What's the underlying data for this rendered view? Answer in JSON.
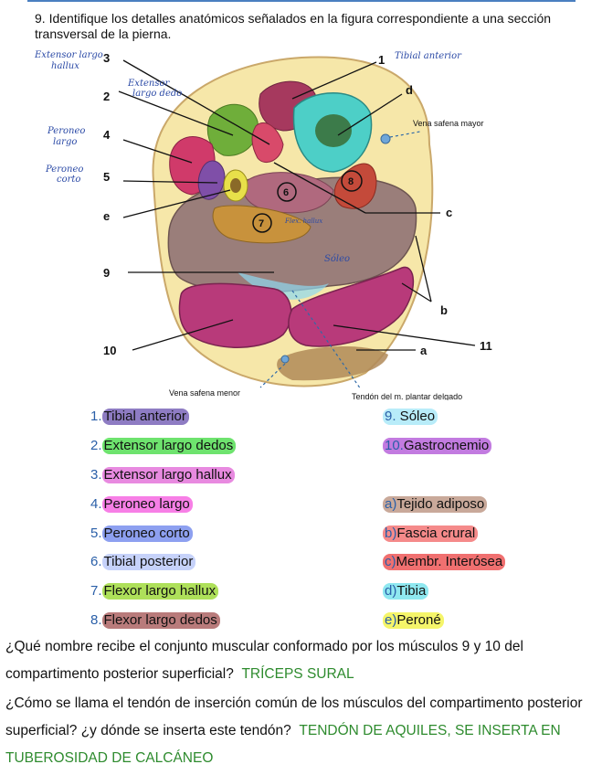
{
  "question": {
    "title": "9. Identifique los detalles anatómicos señalados en la figura correspondiente a una sección transversal de la pierna."
  },
  "figure": {
    "printed_labels": {
      "n1": "1",
      "n2": "2",
      "n3": "3",
      "n4": "4",
      "n5": "5",
      "n6": "6",
      "n7": "7",
      "n8": "8",
      "n9": "9",
      "n10": "10",
      "n11": "11",
      "a": "a",
      "b": "b",
      "d": "d",
      "e": "e",
      "c": "c",
      "vena_safena_mayor": "Vena safena mayor",
      "vena_safena_menor": "Vena safena menor",
      "tendon_plantar": "Tendón del m. plantar delgado"
    },
    "handwritten": {
      "ext_largo_hallux": "Extensor largo hallux",
      "ext_largo_dedo": "Extensor largo dedo",
      "peroneo_largo": "Peroneo largo",
      "peroneo_corto": "Peroneo corto",
      "tibial_anterior": "Tibial anterior",
      "flex_hallux": "Flex. hallux",
      "soleo": "Sóleo"
    }
  },
  "legend_left": [
    {
      "num": "1.",
      "text": "Tibial anterior",
      "color": "#8e7cc3"
    },
    {
      "num": "2.",
      "text": "Extensor largo dedos",
      "color": "#6ee36e"
    },
    {
      "num": "3.",
      "text": "Extensor largo hallux",
      "color": "#e88ae0"
    },
    {
      "num": "4.",
      "text": "Peroneo largo",
      "color": "#f77fe6"
    },
    {
      "num": "5.",
      "text": "Peroneo corto",
      "color": "#8da0f0"
    },
    {
      "num": "6.",
      "text": "Tibial posterior",
      "color": "#c6d2fa"
    },
    {
      "num": "7.",
      "text": "Flexor largo hallux",
      "color": "#aee05a"
    },
    {
      "num": "8.",
      "text": "Flexor largo dedos",
      "color": "#b97b7b"
    }
  ],
  "legend_right": [
    {
      "num": "9.",
      "text": " Sóleo",
      "color": "#b8ecf9"
    },
    {
      "num": "10.",
      "text": "Gastrocnemio",
      "color": "#c27be0"
    },
    {
      "num": "a)",
      "text": "Tejido adiposo",
      "color": "#c9a99a"
    },
    {
      "num": "b)",
      "text": "Fascia crural",
      "color": "#f58a8a"
    },
    {
      "num": "c)",
      "text": "Membr. Interósea",
      "color": "#f07070"
    },
    {
      "num": "d)",
      "text": "Tibia",
      "color": "#8fe8f0"
    },
    {
      "num": "e)",
      "text": "Peroné",
      "color": "#f5f56a"
    }
  ],
  "questions": [
    {
      "text": "¿Qué nombre recibe el conjunto muscular conformado por los músculos  9 y 10 del compartimento posterior superficial?",
      "answer": "TRÍCEPS SURAL"
    },
    {
      "text": "¿Cómo se llama el tendón de inserción común de los músculos del compartimento posterior superficial? ¿y dónde se inserta este tendón?",
      "answer": "TENDÓN DE AQUILES, SE INSERTA EN TUBEROSIDAD DE CALCÁNEO"
    }
  ]
}
